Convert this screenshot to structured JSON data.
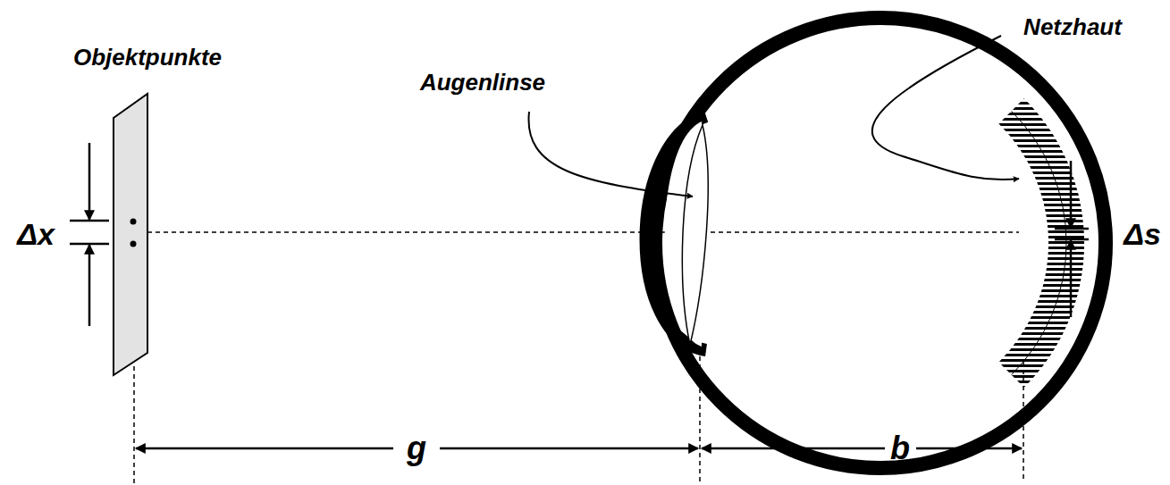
{
  "diagram": {
    "labels": [
      "Objektpunkte",
      "Augenlinse",
      "Netzhaut",
      "Δx",
      "Δs",
      "g",
      "b"
    ]
  }
}
